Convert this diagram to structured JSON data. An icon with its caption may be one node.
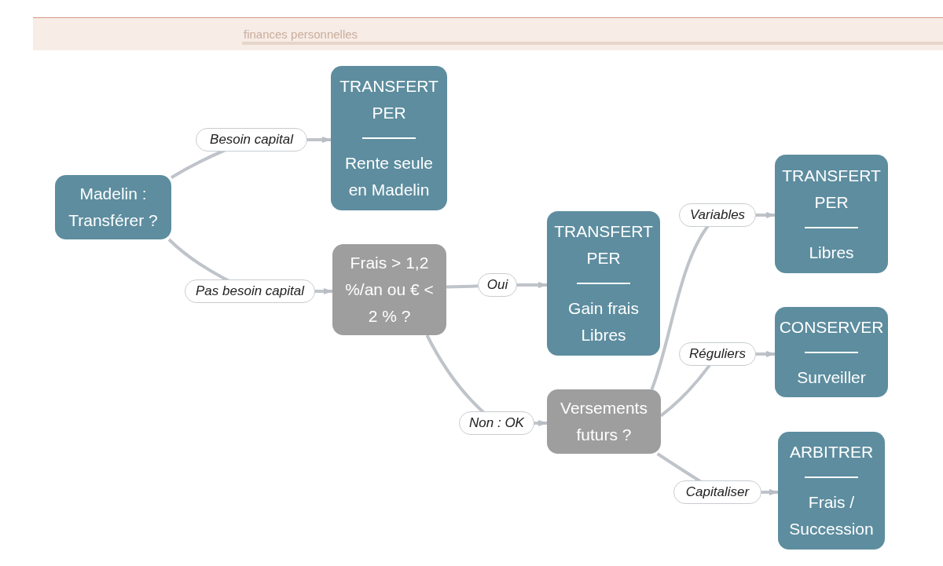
{
  "diagram": {
    "nodes": [
      {
        "text": [
          "Madelin : Transférer ?"
        ]
      },
      {
        "text": [
          "TRANSFERT PER",
          "Rente seule en Madelin"
        ]
      },
      {
        "text": [
          "Frais > 1,2 %/an ou € < 2 % ?"
        ]
      },
      {
        "text": [
          "TRANSFERT PER",
          "Gain frais Libres"
        ]
      },
      {
        "text": [
          "Versements futurs ?"
        ]
      },
      {
        "text": [
          "TRANSFERT PER",
          "Libres"
        ]
      },
      {
        "text": [
          "CONSERVER",
          "Surveiller"
        ]
      },
      {
        "text": [
          "ARBITRER",
          "Frais / Succession"
        ]
      }
    ],
    "edges": [
      {
        "from": 0,
        "to": 1,
        "arrow": "to",
        "label": "Besoin capital"
      },
      {
        "from": 0,
        "to": 2,
        "arrow": "to",
        "label": "Pas besoin capital"
      },
      {
        "from": 2,
        "to": 3,
        "arrow": "to",
        "label": "Oui"
      },
      {
        "from": 2,
        "to": 4,
        "arrow": "to",
        "label": "Non : OK"
      },
      {
        "from": 4,
        "to": 5,
        "arrow": "to",
        "label": "Variables"
      },
      {
        "from": 4,
        "to": 6,
        "arrow": "to",
        "label": "Réguliers"
      },
      {
        "from": 4,
        "to": 7,
        "arrow": "to",
        "label": "Capitaliser"
      }
    ],
    "labels": [
      "finances personnelles"
    ]
  }
}
